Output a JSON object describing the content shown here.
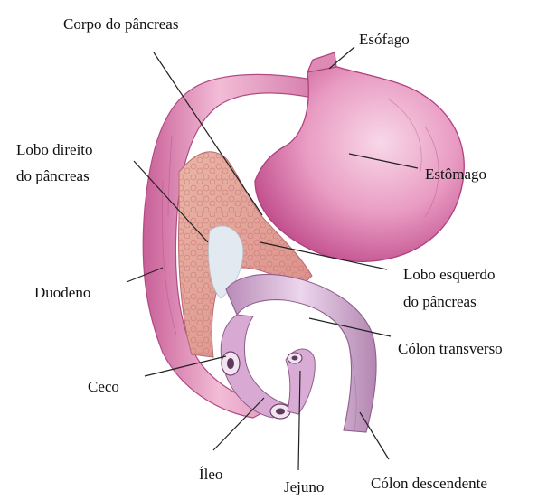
{
  "labels": {
    "corpo_pancreas": "Corpo do pâncreas",
    "esofago": "Esófago",
    "lobo_direito_1": "Lobo direito",
    "lobo_direito_2": "do pâncreas",
    "estomago": "Estômago",
    "duodeno": "Duodeno",
    "lobo_esquerdo_1": "Lobo esquerdo",
    "lobo_esquerdo_2": "do pâncreas",
    "colon_transverso": "Cólon transverso",
    "ceco": "Ceco",
    "ileo": "Íleo",
    "jejuno": "Jejuno",
    "colon_descendente": "Cólon descendente"
  },
  "colors": {
    "organ_fill": "#e8a2c4",
    "organ_dark": "#c0568e",
    "organ_light": "#f6d4e4",
    "pancreas_fill": "#e6a08e",
    "pancreas_texture": "#c9727a",
    "intestine_fill": "#ddb8da",
    "intestine_dark": "#a877a6",
    "fat_fill": "#dfe6ee",
    "leader_line": "#222222"
  }
}
